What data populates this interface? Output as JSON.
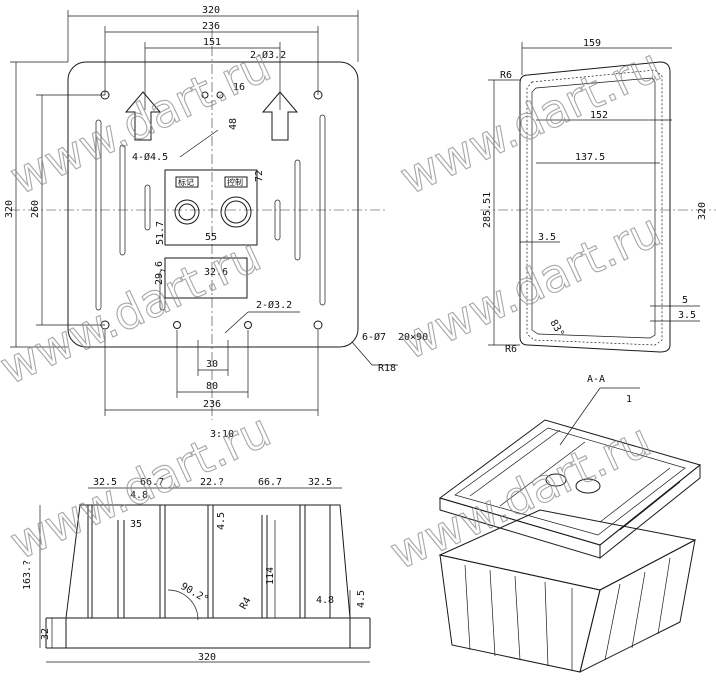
{
  "watermark": "www.dart.ru",
  "top_view": {
    "dims": {
      "w320": "320",
      "w236": "236",
      "w151": "151",
      "d2x3": "2-Ø3.2",
      "d16": "16",
      "d48": "48",
      "d4x45": "4-Ø4.5",
      "d72": "72",
      "h320": "320",
      "h260": "260",
      "d517": "51.7",
      "d55": "55",
      "d296": "29.6",
      "d326": "32.6",
      "d2x32": "2-Ø3.2",
      "d6x7": "6-Ø7",
      "d20x90": "20×90",
      "r18": "R18",
      "d30": "30",
      "d80": "80",
      "d236b": "236"
    },
    "labels": {
      "left": "标记",
      "right": "控制"
    }
  },
  "scale": "3:10",
  "section_view": {
    "dims": {
      "d159": "159",
      "r6t": "R6",
      "d152": "152",
      "d1375": "137.5",
      "d28551": "285.51",
      "d35": "3.5",
      "d320": "320",
      "d5": "5",
      "d35b": "3.5",
      "a83": "83°",
      "r6b": "R6"
    }
  },
  "side_view": {
    "dims": {
      "d325a": "32.5",
      "d667a": "66.7",
      "d22": "22.?",
      "d667b": "66.7",
      "d325b": "32.5",
      "d48a": "4.8",
      "d35": "35",
      "d45a": "4.5",
      "d163": "163.?",
      "d114": "114",
      "a902": "90.2°",
      "r4": "R4",
      "d48b": "4.8",
      "d45b": "4.5",
      "d32": "32",
      "d320": "320"
    }
  },
  "iso_view": {
    "section": "A-A",
    "callout": "1"
  }
}
